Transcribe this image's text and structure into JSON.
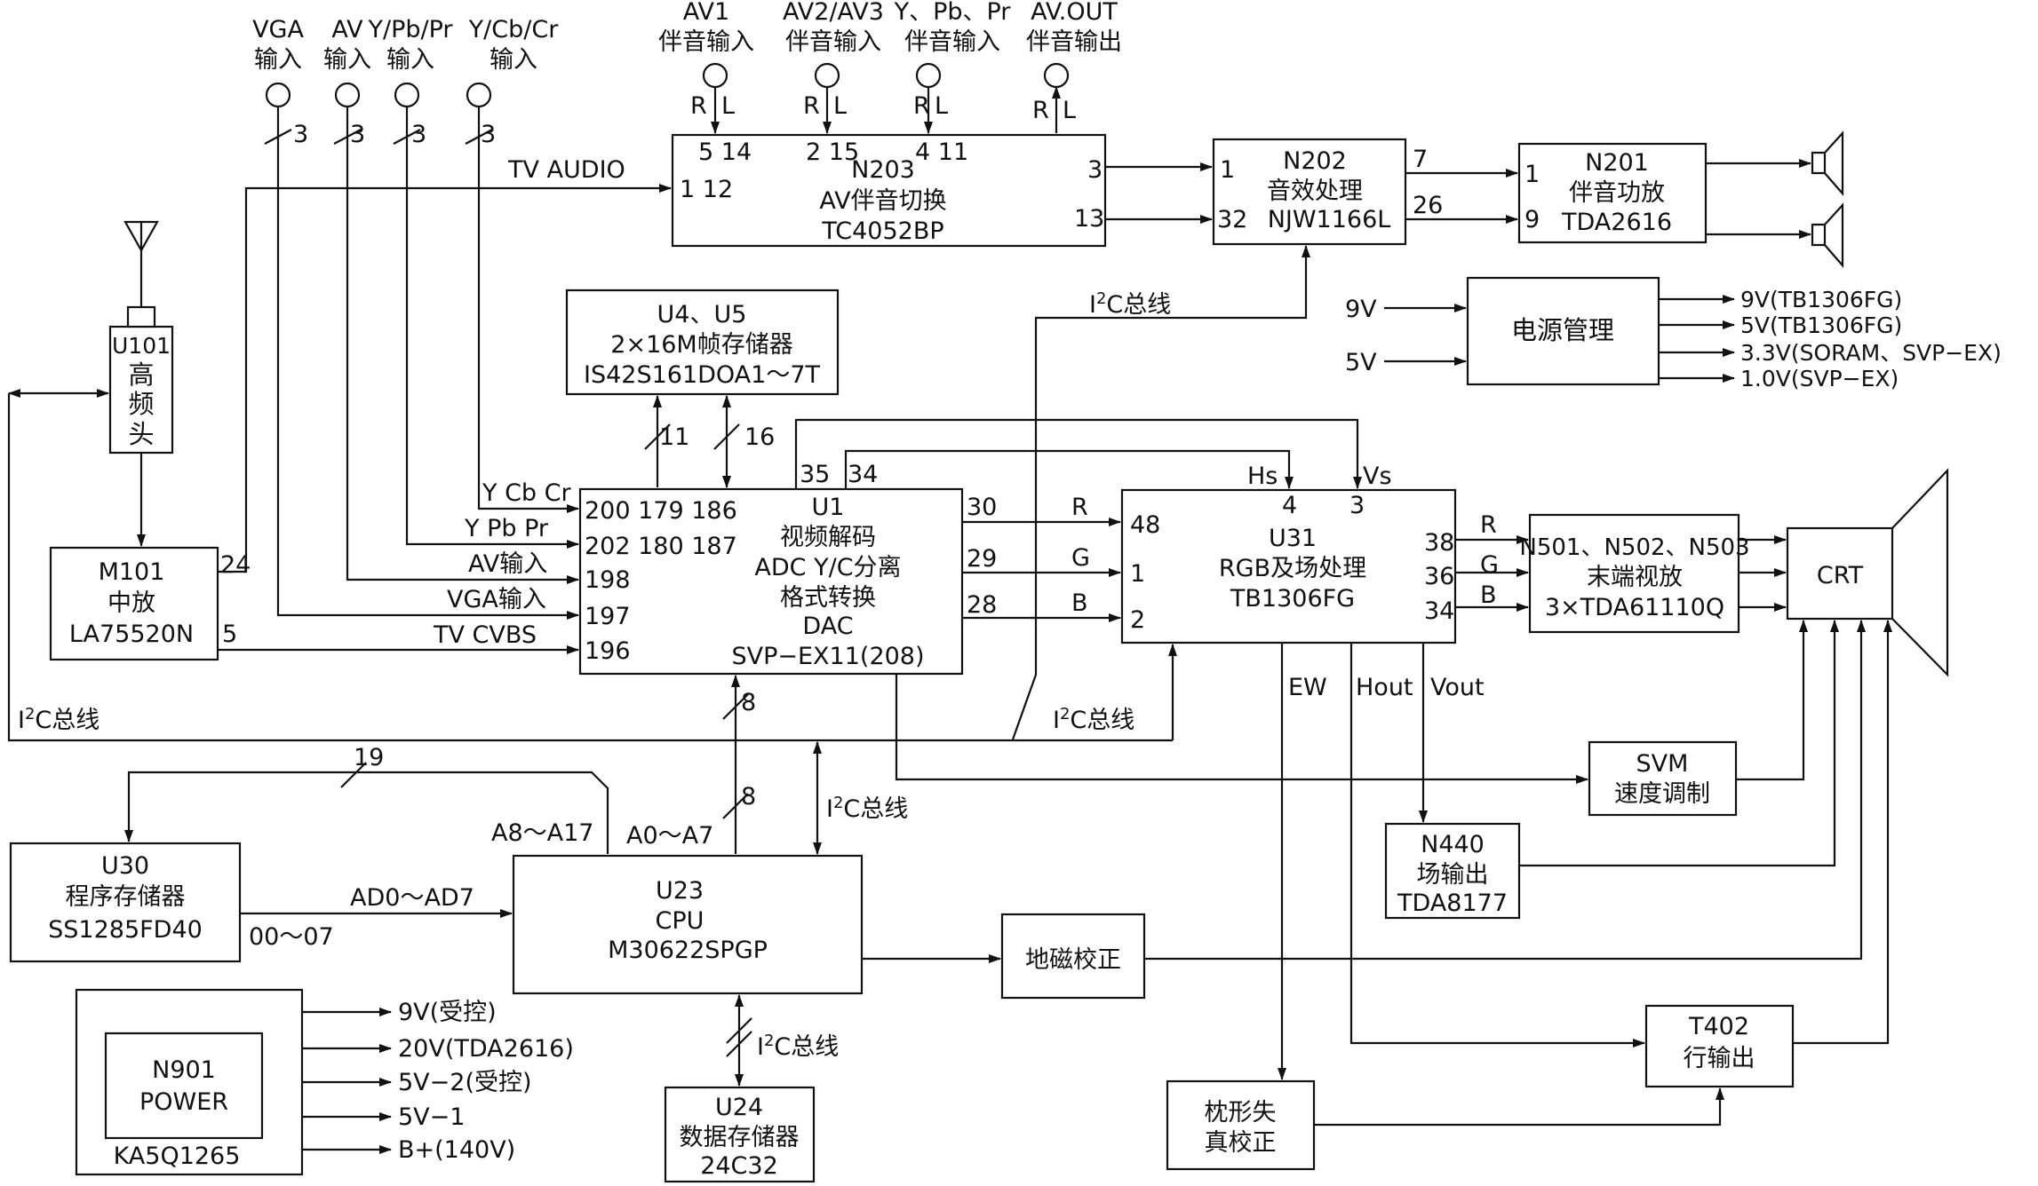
{
  "inputs": {
    "vga": {
      "name": "VGA",
      "sub": "输入"
    },
    "av": {
      "name": "AV",
      "sub": "输入"
    },
    "ypbpr": {
      "name": "Y/Pb/Pr",
      "sub": "输入"
    },
    "ycbcr": {
      "name": "Y/Cb/Cr",
      "sub": "输入"
    },
    "av1": {
      "name": "AV1",
      "sub": "伴音输入"
    },
    "av23": {
      "name": "AV2/AV3",
      "sub": "伴音输入"
    },
    "ypbpr_audio": {
      "name": "Y、Pb、Pr",
      "sub": "伴音输入"
    },
    "avout": {
      "name": "AV.OUT",
      "sub": "伴音输出"
    }
  },
  "bus_counts": {
    "three": "3",
    "eleven": "11",
    "sixteen": "16",
    "eight": "8",
    "nineteen": "19"
  },
  "rl": {
    "r": "R",
    "l": "L"
  },
  "blocks": {
    "n203": {
      "pins_top": [
        "5 14",
        "2 15",
        "4 11"
      ],
      "pin_in": "1  12",
      "name": "N203",
      "desc": "AV伴音切换",
      "chip": "TC4052BP",
      "pin_out1": "3",
      "pin_out2": "13"
    },
    "n202": {
      "pin_in1": "1",
      "pin_in2": "32",
      "name": "N202",
      "desc": "音效处理",
      "chip": "NJW1166L",
      "pin_out1": "7",
      "pin_out2": "26"
    },
    "n201": {
      "pin_in1": "1",
      "pin_in2": "9",
      "name": "N201",
      "desc": "伴音功放",
      "chip": "TDA2616"
    },
    "power_mgmt": {
      "name": "电源管理",
      "in1": "9V",
      "in2": "5V",
      "outs": [
        "9V(TB1306FG)",
        "5V(TB1306FG)",
        "3.3V(SORAM、SVP−EX)",
        "1.0V(SVP−EX)"
      ]
    },
    "u101": {
      "lines": [
        "U101",
        "高",
        "频",
        "头"
      ]
    },
    "m101": {
      "name": "M101",
      "desc": "中放",
      "chip": "LA75520N",
      "pin24": "24",
      "pin5": "5"
    },
    "u4u5": {
      "name": "U4、U5",
      "desc": "2×16M帧存储器",
      "chip": "IS42S161DOA1～7T"
    },
    "u1": {
      "pin_rows": [
        "200 179 186",
        "202 180 187",
        "198",
        "197",
        "196"
      ],
      "pin35": "35",
      "pin34": "34",
      "pin30": "30",
      "pin29": "29",
      "pin28": "28",
      "lines": [
        "U1",
        "视频解码",
        "ADC Y/C分离",
        "格式转换",
        "DAC",
        "SVP−EX11(208)"
      ]
    },
    "u31": {
      "pin48": "48",
      "pin1": "1",
      "pin2": "2",
      "pin4": "4",
      "pin3": "3",
      "pin38": "38",
      "pin36": "36",
      "pin34": "34",
      "name": "U31",
      "desc": "RGB及场处理",
      "chip": "TB1306FG"
    },
    "n501": {
      "name": "N501、N502、N503",
      "desc": "末端视放",
      "chip": "3×TDA61110Q"
    },
    "crt": {
      "name": "CRT"
    },
    "svm": {
      "name": "SVM",
      "desc": "速度调制"
    },
    "n440": {
      "name": "N440",
      "desc": "场输出",
      "chip": "TDA8177"
    },
    "u30": {
      "name": "U30",
      "desc": "程序存储器",
      "chip": "SS1285FD40"
    },
    "u23": {
      "name": "U23",
      "desc": "CPU",
      "chip": "M30622SPGP"
    },
    "geomag": {
      "name": "地磁校正"
    },
    "n901": {
      "name": "N901",
      "desc": "POWER",
      "chip": "KA5Q1265",
      "outs": [
        "9V(受控)",
        "20V(TDA2616)",
        "5V−2(受控)",
        "5V−1",
        "B+(140V)"
      ]
    },
    "u24": {
      "name": "U24",
      "desc": "数据存储器",
      "chip": "24C32"
    },
    "pincushion": {
      "line1": "枕形失",
      "line2": "真校正"
    },
    "t402": {
      "name": "T402",
      "desc": "行输出"
    }
  },
  "signals": {
    "tv_audio": "TV  AUDIO",
    "ycbcr": "Y Cb Cr",
    "ypbpr": "Y Pb Pr",
    "av_in": "AV输入",
    "vga_in": "VGA输入",
    "tv_cvbs": "TV CVBS",
    "r": "R",
    "g": "G",
    "b": "B",
    "hs": "Hs",
    "vs": "Vs",
    "ew": "EW",
    "hout": "Hout",
    "vout": "Vout",
    "a8a17": "A8～A17",
    "a0a7": "A0～A7",
    "ad0ad7": "AD0～AD7",
    "d00d07": "00～07"
  },
  "i2c": {
    "main": "I",
    "sup": "2",
    "rest": "C总线"
  }
}
